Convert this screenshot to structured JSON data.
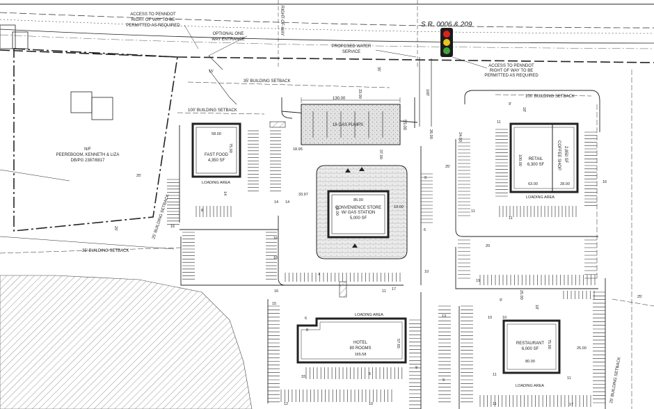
{
  "road": {
    "name": "S.R. 0006 & 209",
    "row_label": "RIGHT-OF-WAY",
    "access_note_left": [
      "ACCESS TO PENNDOT",
      "RIGHT OF WAY TO BE",
      "PERMITTED AS REQUIRED"
    ],
    "access_note_right": [
      "ACCESS TO PENNDOT",
      "RIGHT OF WAY TO BE",
      "PERMITTED AS REQUIRED"
    ],
    "optional_entrance": [
      "OPTIONAL ONE",
      "WAY ENTRANCE"
    ],
    "water_service": [
      "PROPOSED WATER",
      "SERVICE"
    ],
    "row_dims": [
      "35'",
      "100'",
      "15'"
    ]
  },
  "setbacks": {
    "top": "35' BUILDING SETBACK",
    "bottom": "35' BUILDING SETBACK",
    "left_100": "100' BUILDING SETBACK",
    "right_100": "100' BUILDING SETBACK",
    "side_25": "25' BUILDING SETBACK",
    "side_25_right": "25' BUILDING SETBACK",
    "setback_25_a": "25'",
    "setback_25_b": "25'",
    "setback_25_c": "25'",
    "setback_25_d": "25'"
  },
  "neighbor": {
    "line1": "N/F",
    "line2": "PEEREBOOM, KENNETH & LIZA",
    "line3": "DB/PG 2387/8817"
  },
  "buildings": {
    "gas_pumps": {
      "label": "16 GAS PUMPS",
      "width": "130.00",
      "height": "55.00",
      "top_dim": "33.00",
      "bottom_dim": "37.00",
      "side_dim": "26.00",
      "offset_dim": "18.95"
    },
    "fast_food": {
      "name": "FAST FOOD",
      "area": "4,350 SF",
      "width": "58.00",
      "height": "75.00",
      "loading": "LOADING AREA",
      "dim": "14"
    },
    "convenience": {
      "name": "CONVENIENCE STORE",
      "sub": "W/ GAS STATION",
      "area": "5,000 SF",
      "width": "85.00",
      "height": "58.00",
      "side": "19.00",
      "dim": "33.97"
    },
    "retail": {
      "name": "RETAIL",
      "area": "6,300 SF",
      "width": "63.00",
      "height": "100.00",
      "loading": "LOADING AREA",
      "dim_a": "9'",
      "dim_b": "18'",
      "dim_c": "24.00"
    },
    "coffee": {
      "name": "COFFEE SHOP",
      "area": "2,850 SF",
      "width": "28.00"
    },
    "hotel": {
      "name": "HOTEL",
      "rooms": "80 ROOMS",
      "width": "165.58",
      "height": "57.65",
      "loading": "LOADING AREA"
    },
    "restaurant": {
      "name": "RESTAURANT",
      "area": "6,000 SF",
      "width": "80.00",
      "height": "75.00",
      "side": "25.00",
      "loading": "LOADING AREA",
      "dim_a": "9'",
      "dim_b": "18'",
      "dim_c": "25.00"
    }
  },
  "parking_counts": {
    "ff_right": "14",
    "ff_right2": "14",
    "ff_left": "16",
    "ff_bottom": "8",
    "mid_9": "9",
    "mid_6": "6",
    "mid_10": "10",
    "mid_16a": "16",
    "mid_16b": "16",
    "mid_16c": "16",
    "row_4": "4",
    "row_11": "11",
    "row_17": "17",
    "retail_11a": "11",
    "retail_11b": "11",
    "retail_11c": "11",
    "retail_16": "16",
    "retail_20": "20",
    "retail_19": "19",
    "retail_10": "10",
    "hotel_15": "15",
    "hotel_6": "6",
    "hotel_8": "8",
    "hotel_33": "33",
    "hotel_13": "13",
    "hotel_9a": "9",
    "hotel_9b": "9",
    "hotel_12": "12",
    "hotel_6b": "6",
    "hotel_10": "10",
    "rest_10": "10",
    "rest_11a": "11",
    "rest_11b": "11",
    "rest_11c": "11",
    "rest_17": "17"
  },
  "colors": {
    "line": "#1a1a1a",
    "pad": "#d8d8d8",
    "hatch": "#666666",
    "signal_red": "#d9241c",
    "signal_yellow": "#e8c21d",
    "signal_green": "#3ea43b",
    "signal_body": "#1b1b1b"
  }
}
